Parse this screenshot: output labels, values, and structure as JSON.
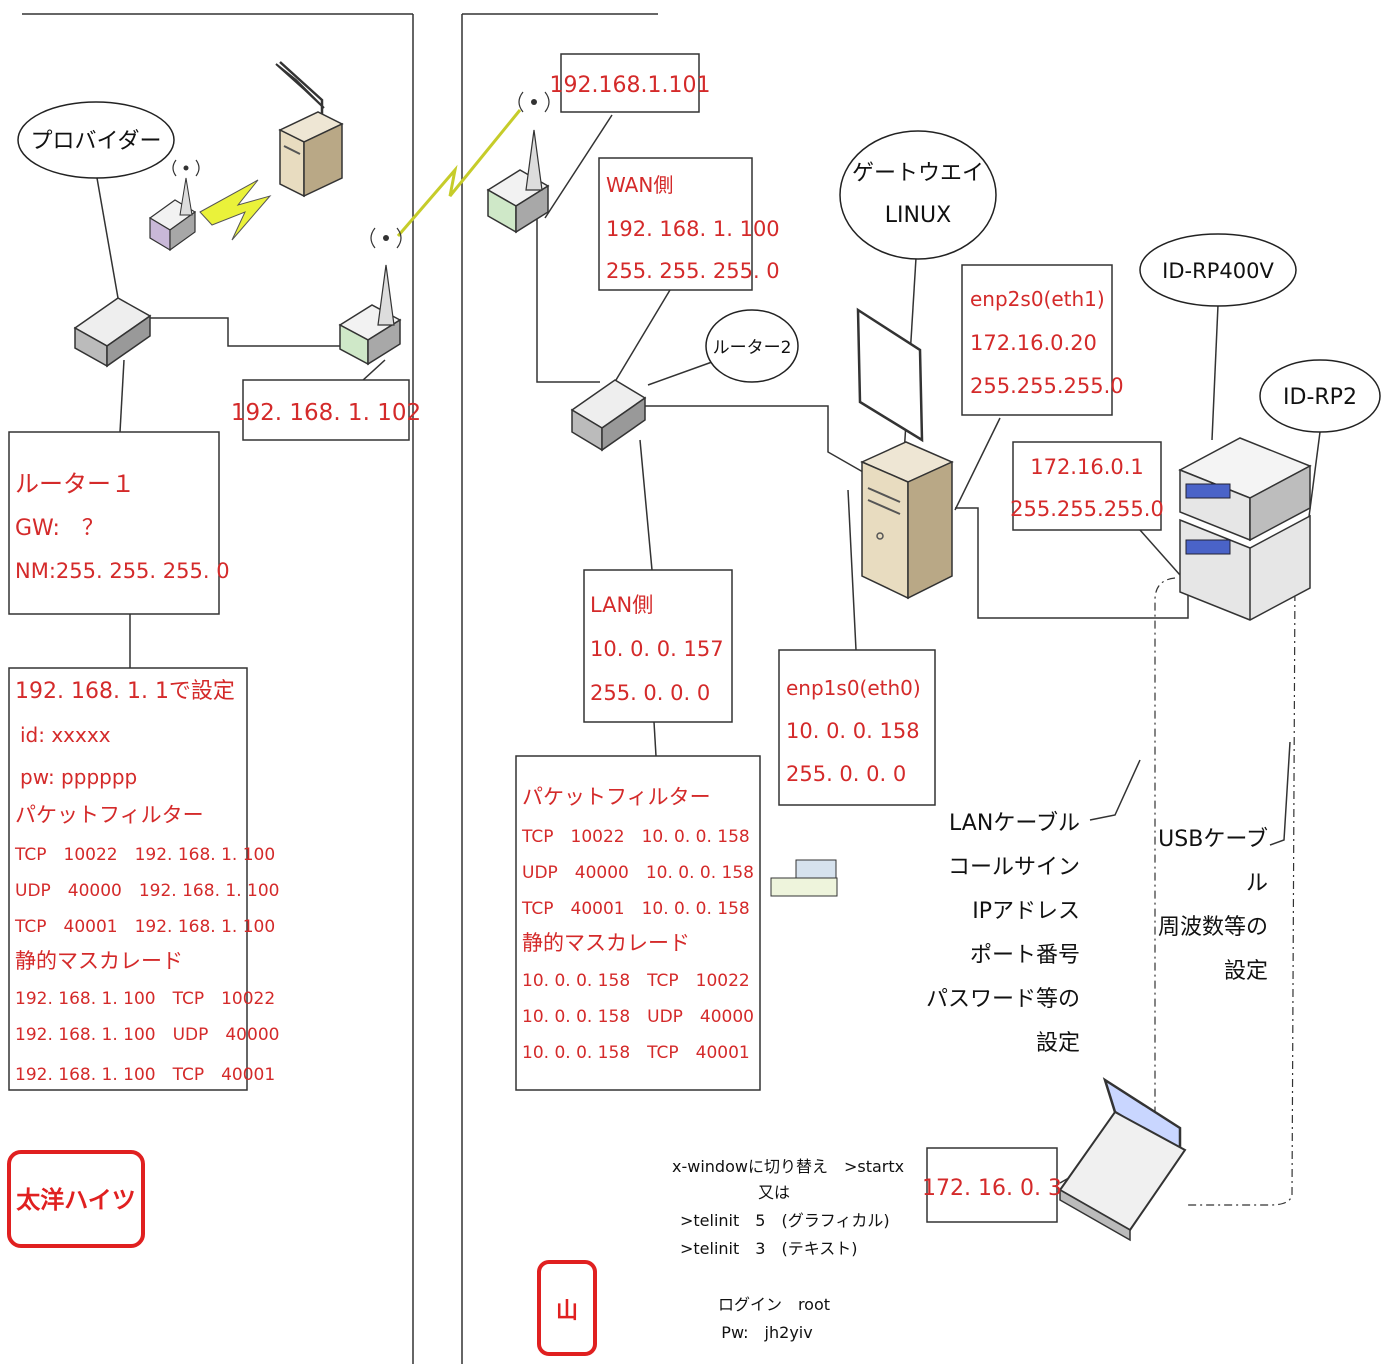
{
  "left_site": {
    "provider_label": "プロバイダー",
    "wifi_ip": "192. 168. 1. 102",
    "router1": {
      "lines": [
        "ルーター１",
        "GW:　？",
        "NM:255. 255. 255. 0"
      ]
    },
    "router_settings": {
      "lines": [
        "192. 168. 1. 1で設定",
        " id: xxxxx",
        " pw: pppppp",
        "パケットフィルター",
        "TCP　10022　192. 168. 1. 100",
        "UDP　40000　192. 168. 1. 100",
        "TCP　40001　192. 168. 1. 100",
        "静的マスカレード",
        "192. 168. 1. 100　TCP　10022",
        "192. 168. 1. 100　UDP　40000",
        "192. 168. 1. 100　TCP　40001"
      ]
    },
    "site_name": "太洋ハイツ"
  },
  "right_site": {
    "ap_ip": "192.168.1.101",
    "wan": {
      "lines": [
        "WAN側",
        "192. 168. 1. 100",
        "255. 255. 255. 0"
      ]
    },
    "router2_label": "ルーター2",
    "lan": {
      "lines": [
        "LAN側",
        "10. 0. 0. 157",
        "255. 0. 0. 0"
      ]
    },
    "packet_filter": {
      "lines": [
        "パケットフィルター",
        "TCP　10022　10. 0. 0. 158",
        "UDP　40000　10. 0. 0. 158",
        "TCP　40001　10. 0. 0. 158",
        "静的マスカレード",
        "10. 0. 0. 158　TCP　10022",
        "10. 0. 0. 158　UDP　40000",
        "10. 0. 0. 158　TCP　40001"
      ]
    },
    "gateway_label": [
      "ゲートウエイ",
      "LINUX"
    ],
    "eth1": {
      "lines": [
        "enp2s0(eth1)",
        "172.16.0.20",
        "255.255.255.0"
      ]
    },
    "eth0": {
      "lines": [
        "enp1s0(eth0)",
        "10. 0. 0. 158",
        "255. 0. 0. 0"
      ]
    },
    "idrp400v_label": "ID-RP400V",
    "idrp2_label": "ID-RP2",
    "rp_ip": {
      "lines": [
        "172.16.0.1",
        "255.255.255.0"
      ]
    },
    "lan_cable_note": [
      "LANケーブル",
      "コールサイン",
      "IPアドレス",
      "ポート番号",
      "パスワード等の",
      "設定"
    ],
    "usb_cable_note": [
      "USBケーブ",
      "ル",
      "周波数等の",
      "設定"
    ],
    "laptop_ip": "172. 16. 0. 3",
    "xwindow_note": [
      "x-windowに切り替え　>startx",
      "又は",
      ">telinit　5　(グラフィカル)",
      ">telinit　3　(テキスト)"
    ],
    "login_note": [
      "ログイン　root",
      "Pw:　jh2yiv"
    ],
    "site_name": "山"
  }
}
